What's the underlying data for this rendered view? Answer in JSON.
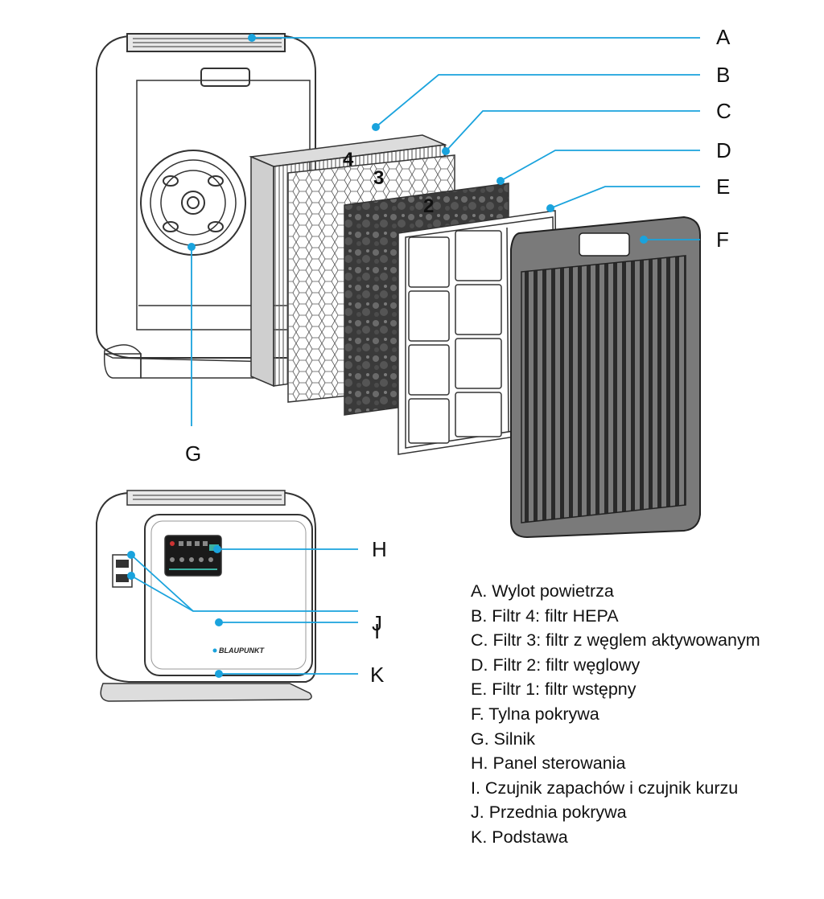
{
  "callouts": {
    "a": "A",
    "b": "B",
    "c": "C",
    "d": "D",
    "e": "E",
    "f": "F",
    "g": "G",
    "h": "H",
    "i": "I",
    "j": "J",
    "k": "K"
  },
  "filter_numbers": {
    "f4": "4",
    "f3": "3",
    "f2": "2"
  },
  "brand": "BLAUPUNKT",
  "legend": [
    "A. Wylot powietrza",
    "B. Filtr 4: filtr HEPA",
    "C. Filtr 3: filtr z węglem aktywowanym",
    "D. Filtr 2: filtr węglowy",
    "E. Filtr 1: filtr wstępny",
    "F. Tylna pokrywa",
    "G. Silnik",
    "H. Panel sterowania",
    "I. Czujnik zapachów i czujnik kurzu",
    "J. Przednia pokrywa",
    "K. Podstawa"
  ],
  "colors": {
    "leader": "#1aa3dd",
    "outline": "#333333",
    "cover": "#7a7a7a",
    "slot": "#2a2a2a"
  }
}
